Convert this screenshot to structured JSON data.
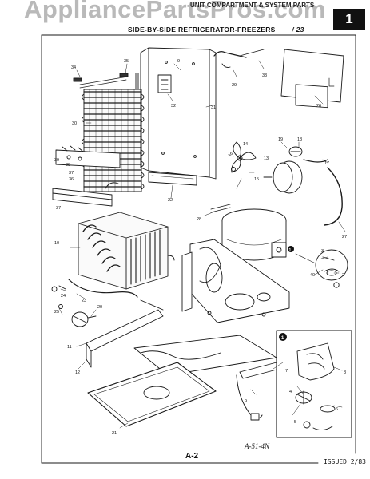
{
  "watermark": "AppliancePartsPros.com",
  "header": {
    "top_text": "UNIT COMPARTMENT & SYSTEM PARTS",
    "subtitle": "SIDE-BY-SIDE REFRIGERATOR-FREEZERS",
    "subtitle_suffix": "/ 23",
    "page_badge": "1"
  },
  "callouts": [
    "1",
    "2",
    "3",
    "4",
    "5",
    "6",
    "7",
    "8",
    "9",
    "10",
    "11",
    "12",
    "13",
    "14",
    "15",
    "16",
    "17",
    "18",
    "19",
    "20",
    "21",
    "22",
    "23",
    "24",
    "25",
    "26",
    "27",
    "28",
    "29",
    "30",
    "31",
    "32",
    "33",
    "34",
    "35",
    "36",
    "37",
    "38",
    "39",
    "40"
  ],
  "inset_marker": "1",
  "footer": {
    "drawing_code": "A-51-4N",
    "page_number": "A-2",
    "issued": "ISSUED 2/83"
  }
}
